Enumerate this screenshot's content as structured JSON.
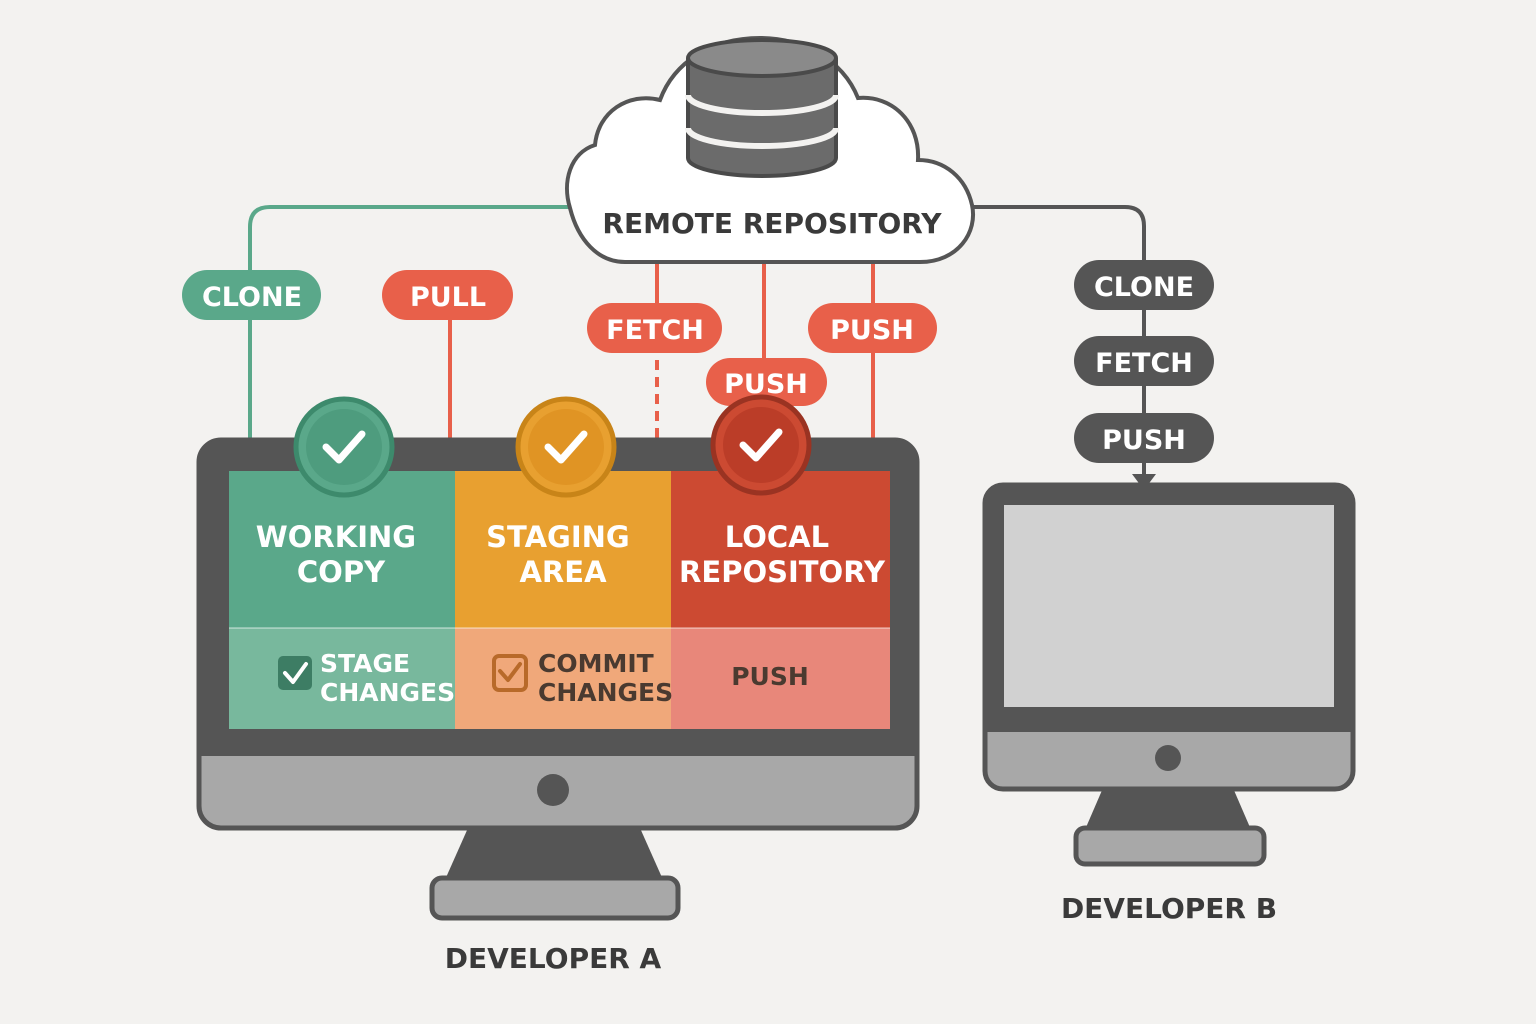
{
  "colors": {
    "background": "#f3f2f0",
    "green": "#5aa88a",
    "green_light": "#78b89d",
    "orange": "#e8a030",
    "orange_light": "#f0a87a",
    "red": "#cc4a32",
    "red_light": "#e8877a",
    "red_badge": "#e8604a",
    "dark_gray": "#555555",
    "mid_gray": "#a8a8a8",
    "light_gray": "#d1d1d1"
  },
  "remote": {
    "label": "REMOTE REPOSITORY",
    "icon": "database-icon"
  },
  "badges": {
    "clone_a": "CLONE",
    "pull": "PULL",
    "fetch_a": "FETCH",
    "push_right": "PUSH",
    "push_middle": "PUSH",
    "clone_b": "CLONE",
    "fetch_b": "FETCH",
    "push_b": "PUSH"
  },
  "developer_a": {
    "caption": "DEVELOPER A",
    "areas": [
      {
        "title_line1": "WORKING",
        "title_line2": "COPY",
        "icon": "check-icon"
      },
      {
        "title_line1": "STAGING",
        "title_line2": "AREA",
        "icon": "check-icon"
      },
      {
        "title_line1": "LOCAL",
        "title_line2": "REPOSITORY",
        "icon": "check-icon"
      }
    ],
    "actions": [
      {
        "line1": "STAGE",
        "line2": "CHANGES",
        "icon": "checkbox-icon"
      },
      {
        "line1": "COMMIT",
        "line2": "CHANGES",
        "icon": "checkbox-icon"
      },
      {
        "line1": "PUSH"
      }
    ]
  },
  "developer_b": {
    "caption": "DEVELOPER B"
  }
}
